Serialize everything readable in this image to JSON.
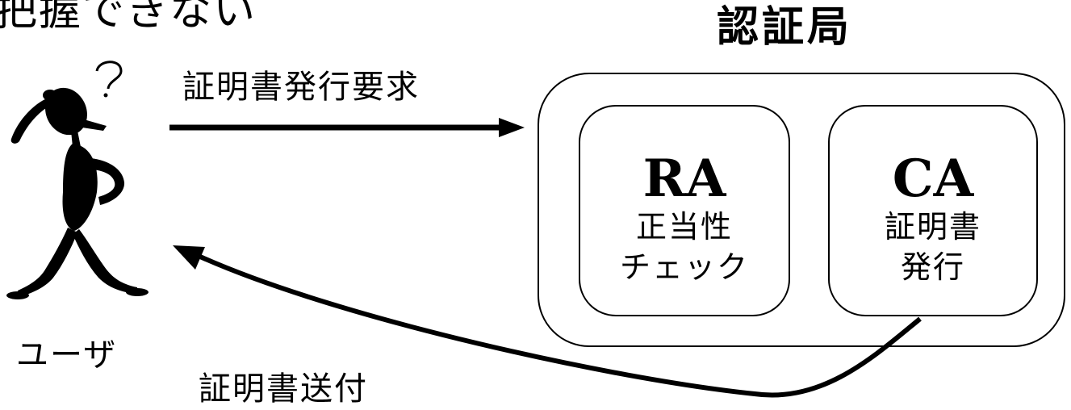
{
  "diagram": {
    "top_caption": "把握できない",
    "authority_title": "認証局",
    "ra": {
      "name": "RA",
      "line1": "正当性",
      "line2": "チェック"
    },
    "ca": {
      "name": "CA",
      "line1": "証明書",
      "line2": "発行"
    },
    "request_label": "証明書発行要求",
    "user_label": "ユーザ",
    "send_label": "証明書送付"
  }
}
